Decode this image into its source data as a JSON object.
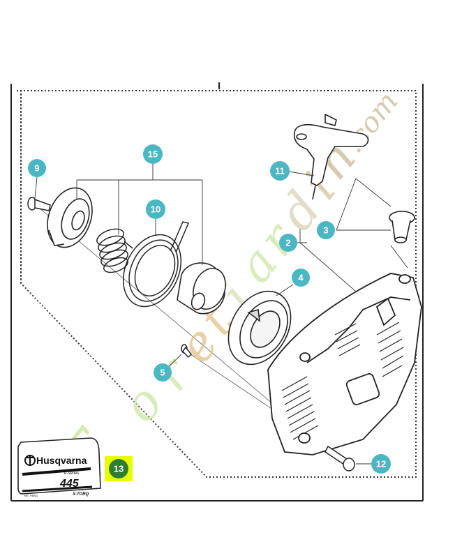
{
  "diagram": {
    "callouts": [
      {
        "id": "callout-9",
        "number": "9"
      },
      {
        "id": "callout-15",
        "number": "15"
      },
      {
        "id": "callout-10",
        "number": "10"
      },
      {
        "id": "callout-11",
        "number": "11"
      },
      {
        "id": "callout-3",
        "number": "3"
      },
      {
        "id": "callout-2",
        "number": "2"
      },
      {
        "id": "callout-4",
        "number": "4"
      },
      {
        "id": "callout-5",
        "number": "5"
      },
      {
        "id": "callout-12",
        "number": "12"
      },
      {
        "id": "callout-13",
        "number": "13"
      }
    ],
    "decal": {
      "brand": "Husqvarna",
      "series": "e-series",
      "model": "445",
      "tag": "X-TORQ",
      "small_print": "PAT. PEND."
    },
    "watermark": "Foretjardin.com"
  },
  "colors": {
    "callout_fill": "#4bb7c3",
    "callout_13_fill": "#2e7d32",
    "highlight": "#e8ff00",
    "watermark": "#c9e39a",
    "watermark_tan": "#c8ba96",
    "line": "#333333"
  }
}
